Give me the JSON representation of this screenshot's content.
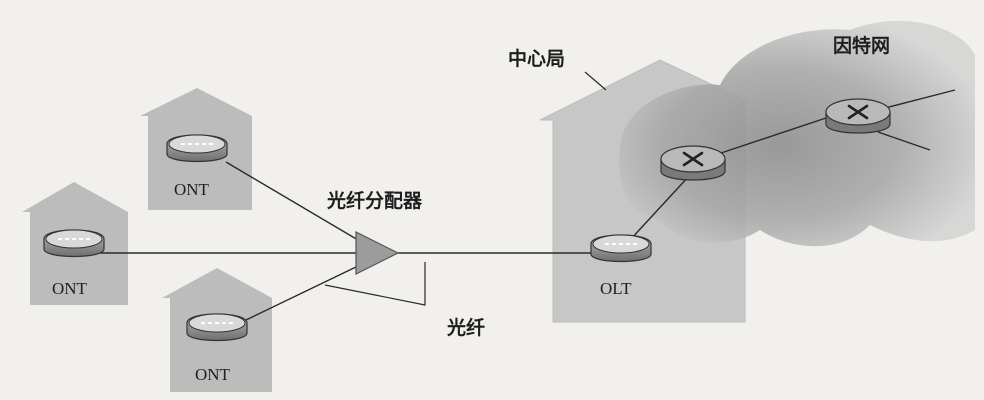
{
  "labels": {
    "central_office": "中心局",
    "internet": "因特网",
    "splitter": "光纤分配器",
    "fiber": "光纤",
    "olt": "OLT",
    "ont_top": "ONT",
    "ont_left": "ONT",
    "ont_bottom": "ONT"
  },
  "icons": {
    "ont": "ont-device-icon",
    "olt": "olt-device-icon",
    "router": "router-icon",
    "splitter": "triangle-splitter-icon",
    "house": "house-icon",
    "cloud": "cloud-icon"
  },
  "colors": {
    "background": "#f1f0ec",
    "house_fill": "#bdbdbd",
    "central_office_fill": "#c6c6c6",
    "cloud_fill": "#d6d6d6",
    "cloud_core": "#9a9a9a",
    "device_fill": "#8d8d8d",
    "line": "#2a2a2a"
  }
}
